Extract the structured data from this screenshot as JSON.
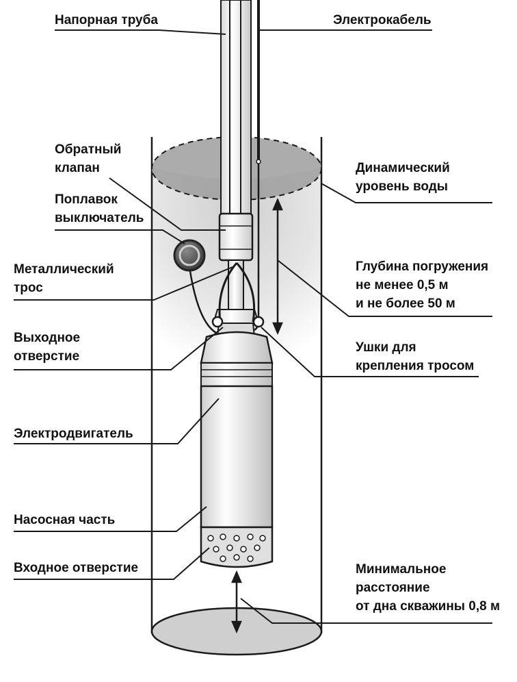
{
  "labels": {
    "pressure_pipe": "Напорная труба",
    "power_cable": "Электрокабель",
    "check_valve": [
      "Обратный",
      "клапан"
    ],
    "dynamic_level": [
      "Динамический",
      "уровень воды"
    ],
    "float_switch": [
      "Поплавок",
      "выключатель"
    ],
    "immersion_depth": [
      "Глубина погружения",
      "не менее 0,5 м",
      "и не более 50 м"
    ],
    "metal_cable": [
      "Металлический",
      "трос"
    ],
    "outlet": [
      "Выходное",
      "отверстие"
    ],
    "cable_lugs": [
      "Ушки для",
      "крепления тросом"
    ],
    "motor": "Электродвигатель",
    "pump_section": "Насосная часть",
    "inlet": "Входное отверстие",
    "min_distance": [
      "Минимальное",
      "расстояние",
      "от дна скважины 0,8 м"
    ]
  },
  "colors": {
    "water": "#d9d9d9",
    "pump_body": "#eeeeee",
    "pipe": "#f2f2f2",
    "line": "#1a1a1a",
    "float": "#555555"
  }
}
